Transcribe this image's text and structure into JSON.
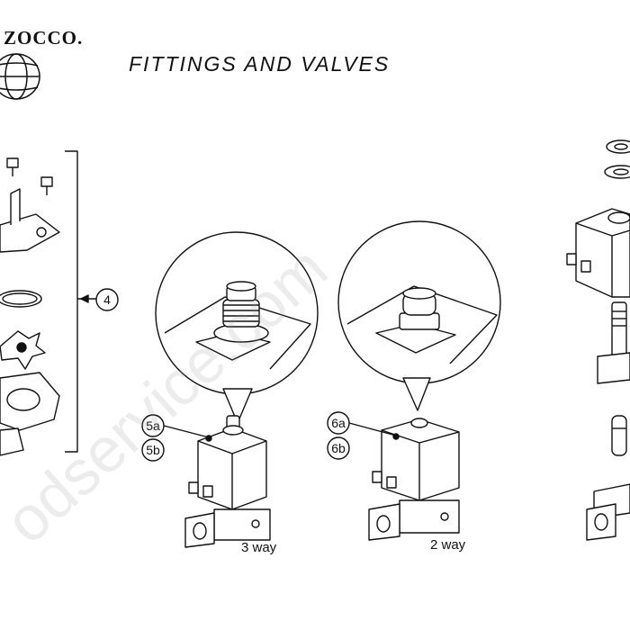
{
  "brand": {
    "logo_text": "ZOCCO."
  },
  "header": {
    "title": "FITTINGS AND VALVES"
  },
  "callouts": {
    "group": "4",
    "valve_3way_a": "5a",
    "valve_3way_b": "5b",
    "valve_2way_a": "6a",
    "valve_2way_b": "6b"
  },
  "captions": {
    "three_way": "3 way",
    "two_way": "2 way"
  },
  "watermark": "odservice.com",
  "colors": {
    "line": "#111111",
    "fill": "#ffffff",
    "watermark": "#969696"
  }
}
